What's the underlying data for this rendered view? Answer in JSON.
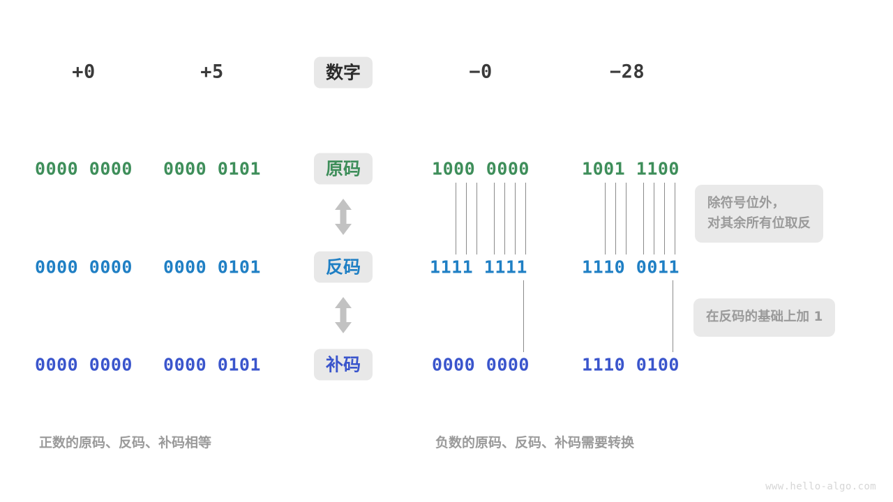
{
  "watermark": "www.hello-algo.com",
  "colors": {
    "original_code": "#3e8e5a",
    "inverse_code": "#1f7fc4",
    "complement_code": "#3a55cc",
    "badge_bg": "#e8e8e8",
    "note_bg": "#e9e9e9",
    "note_text": "#9a9a9a",
    "connector": "#8a8a8a",
    "header_text": "#3a3a3a",
    "background": "#ffffff"
  },
  "row_labels": {
    "number": "数字",
    "original": "原码",
    "inverse": "反码",
    "complement": "补码"
  },
  "columns": [
    {
      "id": "plus-zero",
      "header": "+0",
      "original": "0000 0000",
      "inverse": "0000 0000",
      "complement": "0000 0000"
    },
    {
      "id": "plus-five",
      "header": "+5",
      "original": "0000 0101",
      "inverse": "0000 0101",
      "complement": "0000 0101"
    },
    {
      "id": "minus-zero",
      "header": "−0",
      "original": "1000 0000",
      "inverse": "1111 1111",
      "complement": "0000 0000"
    },
    {
      "id": "minus-twentyeight",
      "header": "−28",
      "original": "1001 1100",
      "inverse": "1110 0011",
      "complement": "1110 0100"
    }
  ],
  "notes": {
    "invert_bits_line1": "除符号位外，",
    "invert_bits_line2": "对其余所有位取反",
    "add_one": "在反码的基础上加 1"
  },
  "captions": {
    "positive": "正数的原码、反码、补码相等",
    "negative": "负数的原码、反码、补码需要转换"
  },
  "arrows": {
    "icon_name": "double-headed-vertical-arrow",
    "count": 2
  }
}
